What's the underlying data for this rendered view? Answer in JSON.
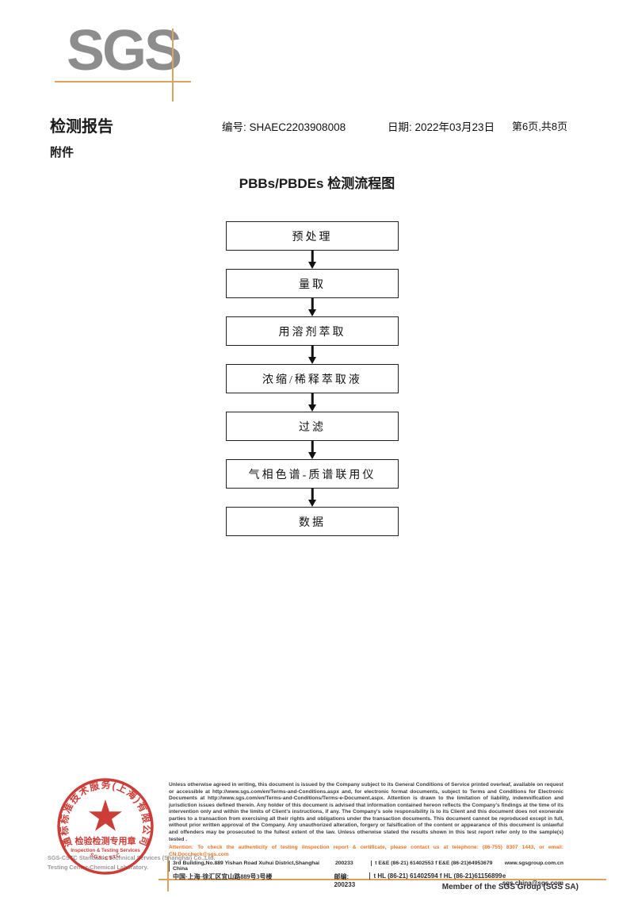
{
  "logo": {
    "text": "SGS"
  },
  "header": {
    "report_title": "检测报告",
    "report_no": "编号: SHAEC2203908008",
    "date": "日期: 2022年03月23日",
    "page_info": "第6页,共8页",
    "attachment": "附件"
  },
  "flowchart": {
    "title": "PBBs/PBDEs 检测流程图",
    "steps": [
      "预处理",
      "量取",
      "用溶剂萃取",
      "浓缩/稀释萃取液",
      "过滤",
      "气相色谱-质谱联用仪",
      "数据"
    ]
  },
  "stamp": {
    "ring_text_top": "通标标准技术服务(上海)有限公司",
    "ring_text_bottom": "SGS-CSTC",
    "center_line1": "检验检测专用章",
    "center_line2": "Inspection & Testing Services",
    "color": "#c4231b"
  },
  "company": {
    "line1": "SGS-CSTC Standards Technical Services (Shanghai) Co.,Ltd.",
    "line2": "Testing Center-Chemical Laboratory."
  },
  "footer": {
    "legal": "Unless otherwise agreed in writing, this document is issued by the Company subject to its General Conditions of Service printed overleaf, available on request or accessible at http://www.sgs.com/en/Terms-and-Conditions.aspx and, for electronic format documents, subject to Terms and Conditions for Electronic Documents at http://www.sgs.com/en/Terms-and-Conditions/Terms-e-Document.aspx. Attention is drawn to the limitation of liability, indemnification and jurisdiction issues defined therein. Any holder of this document is advised that information contained hereon reflects the Company's findings at the time of its intervention only and within the limits of Client's instructions, if any. The Company's sole responsibility is to its Client and this document does not exonerate parties to a transaction from exercising all their rights and obligations under the transaction documents. This document cannot be reproduced except in full, without prior written approval of the Company. Any unauthorized alteration, forgery or falsification of the content or appearance of this document is unlawful and offenders may be prosecuted to the fullest extent of the law. Unless otherwise stated the results shown in this test report refer only to the sample(s) tested .",
    "attention": "Attention: To check the authenticity of testing /inspection report & certificate, please contact us at telephone: (86-755) 8307 1443, or email: CN.Doccheck@sgs.com",
    "address_en": "3rd Building,No.889 Yishan Road Xuhui District,Shanghai China",
    "postcode_en": "200233",
    "phone_en": "t E&E (86-21) 61402553   f E&E (86-21)64953679",
    "web": "www.sgsgroup.com.cn",
    "address_cn": "中国·上海·徐汇区宜山路889号3号楼",
    "postcode_cn": "邮编: 200233",
    "phone_cn": "t HL (86-21) 61402594   f HL (86-21)61156899",
    "email": "e sgs.china@sgs.com",
    "member": "Member of the SGS Group (SGS SA)"
  },
  "colors": {
    "accent_orange": "#dca35f",
    "attention_orange": "#e8762a",
    "stamp_red": "#c4231b",
    "logo_gray": "#8d8d8d"
  }
}
